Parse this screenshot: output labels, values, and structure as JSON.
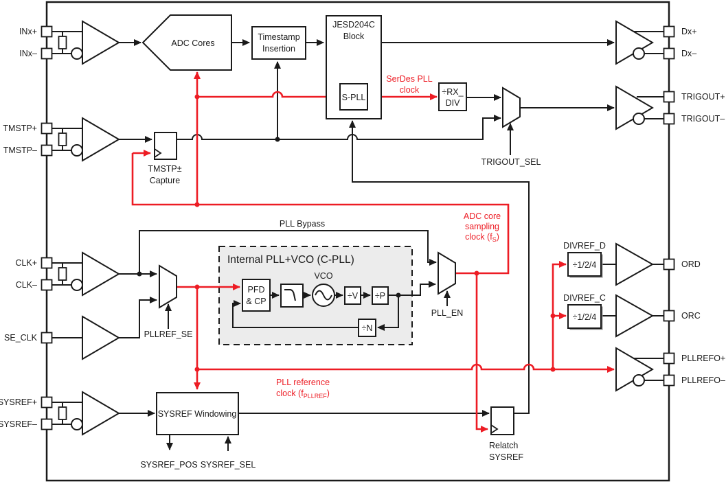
{
  "pins": {
    "left": [
      "INx+",
      "INx–",
      "TMSTP+",
      "TMSTP–",
      "CLK+",
      "CLK–",
      "SE_CLK",
      "SYSREF+",
      "SYSREF–"
    ],
    "right": [
      "Dx+",
      "Dx–",
      "TRIGOUT+",
      "TRIGOUT–",
      "ORD",
      "ORC",
      "PLLREFO+",
      "PLLREFO–"
    ]
  },
  "blocks": {
    "adc_cores": "ADC Cores",
    "timestamp_1": "Timestamp",
    "timestamp_2": "Insertion",
    "jesd_1": "JESD204C",
    "jesd_2": "Block",
    "spll": "S-PLL",
    "rxdiv_1": "÷RX_",
    "rxdiv_2": "DIV",
    "tmstp_cap_1": "TMSTP±",
    "tmstp_cap_2": "Capture",
    "relatch_1": "Relatch",
    "relatch_2": "SYSREF",
    "sysref_windowing": "SYSREF Windowing",
    "divref_d_block": "÷1/2/4",
    "divref_c_block": "÷1/2/4",
    "pll_title": "Internal PLL+VCO (C-PLL)",
    "vco": "VCO",
    "pfd_1": "PFD",
    "pfd_2": "& CP",
    "div_v": "÷V",
    "div_p": "÷P",
    "div_n": "÷N"
  },
  "controls": {
    "pll_bypass": "PLL Bypass",
    "trigout_sel": "TRIGOUT_SEL",
    "pll_en": "PLL_EN",
    "pllref_se": "PLLREF_SE",
    "sysref_pos": "SYSREF_POS",
    "sysref_sel": "SYSREF_SEL",
    "divref_d": "DIVREF_D",
    "divref_c": "DIVREF_C"
  },
  "red": {
    "serdes_1": "SerDes PLL",
    "serdes_2": "clock",
    "adc_1": "ADC core",
    "adc_2": "sampling",
    "adc_3_pre": "clock (f",
    "adc_3_sub": "S",
    "adc_3_post": ")",
    "ref_1": "PLL reference",
    "ref_2_pre": "clock (f",
    "ref_2_sub": "PLLREF",
    "ref_2_post": ")"
  },
  "colors": {
    "accent_red": "#ED1C24",
    "line_black": "#1a1a1a",
    "pll_box_fill": "#ECECEC"
  }
}
